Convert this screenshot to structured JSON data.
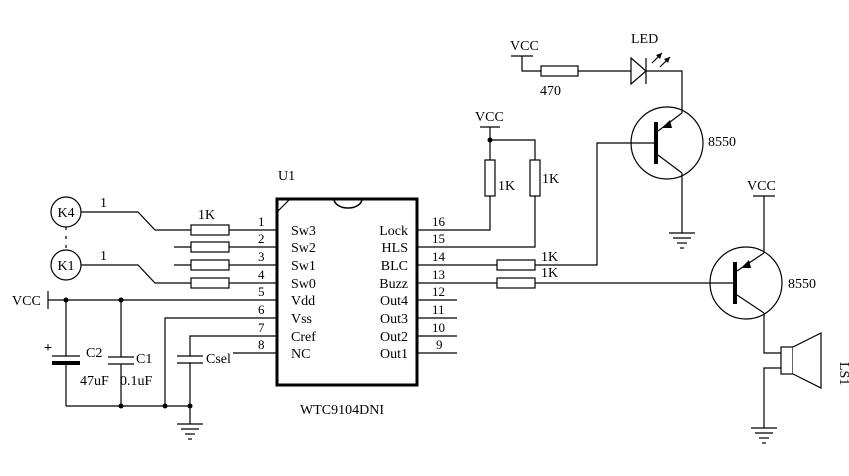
{
  "ic": {
    "ref": "U1",
    "part": "WTC9104DNI",
    "left_pins": [
      {
        "num": "1",
        "name": "Sw3"
      },
      {
        "num": "2",
        "name": "Sw2"
      },
      {
        "num": "3",
        "name": "Sw1"
      },
      {
        "num": "4",
        "name": "Sw0"
      },
      {
        "num": "5",
        "name": "Vdd"
      },
      {
        "num": "6",
        "name": "Vss"
      },
      {
        "num": "7",
        "name": "Cref"
      },
      {
        "num": "8",
        "name": "NC"
      }
    ],
    "right_pins": [
      {
        "num": "16",
        "name": "Lock"
      },
      {
        "num": "15",
        "name": "HLS"
      },
      {
        "num": "14",
        "name": "BLC"
      },
      {
        "num": "13",
        "name": "Buzz"
      },
      {
        "num": "12",
        "name": "Out4"
      },
      {
        "num": "11",
        "name": "Out3"
      },
      {
        "num": "10",
        "name": "Out2"
      },
      {
        "num": "9",
        "name": "Out1"
      }
    ]
  },
  "keys": {
    "k4": "K4",
    "k1": "K1",
    "k4_net": "1",
    "k1_net": "1",
    "res_label": "1K"
  },
  "power": {
    "vcc_left": "VCC",
    "vcc_led": "VCC",
    "vcc_pullup": "VCC",
    "vcc_q2": "VCC"
  },
  "caps": {
    "c2_ref": "C2",
    "c2_val": "47uF",
    "c2_polarity": "+",
    "c1_ref": "C1",
    "c1_val": "0.1uF",
    "csel_ref": "Csel"
  },
  "pullups": {
    "r1": "1K",
    "r2": "1K"
  },
  "base_resistors": {
    "r14": "1K",
    "r13": "1K"
  },
  "led": {
    "label": "LED",
    "res": "470"
  },
  "q1": {
    "part": "8550"
  },
  "q2": {
    "part": "8550"
  },
  "speaker": {
    "ref": "LS1"
  }
}
